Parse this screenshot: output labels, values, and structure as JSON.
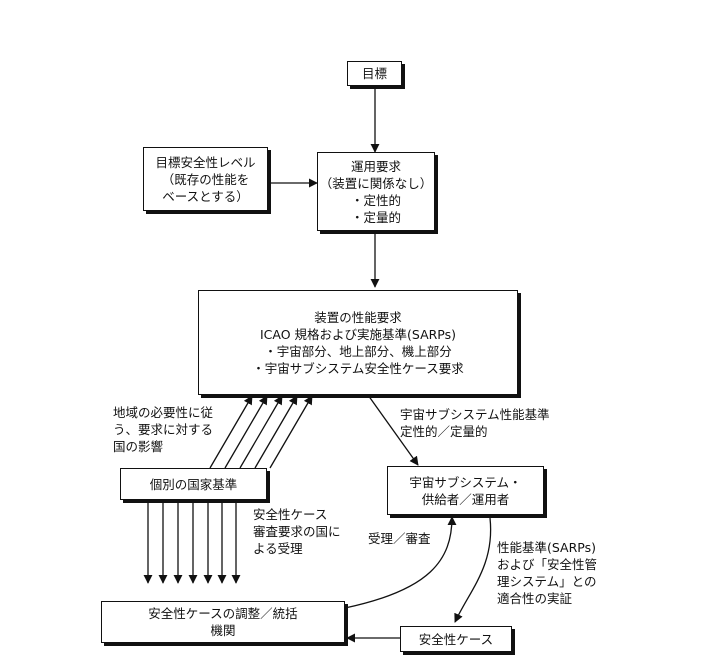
{
  "nodes": {
    "goal": [
      "目標"
    ],
    "target_safety": [
      "目標安全性レベル",
      "（既存の性能を",
      "ベースとする）"
    ],
    "ops_req": [
      "運用要求",
      "（装置に関係なし）",
      "・定性的",
      "・定量的"
    ],
    "equip_perf": [
      "装置の性能要求",
      "ICAO 規格および実施基準(SARPs)",
      "・宇宙部分、地上部分、機上部分",
      "・宇宙サブシステム安全性ケース要求"
    ],
    "national_std": [
      "個別の国家基準"
    ],
    "space_provider": [
      "宇宙サブシステム・",
      "供給者／運用者"
    ],
    "coordination": [
      "安全性ケースの調整／統括",
      "機関"
    ],
    "safety_case": [
      "安全性ケース"
    ]
  },
  "labels": {
    "regional": [
      "地域の必要性に従",
      "う、要求に対する",
      "国の影響"
    ],
    "space_perf_std": [
      "宇宙サブシステム性能基準",
      "定性的／定量的"
    ],
    "national_accept": [
      "安全性ケース",
      "審査要求の国に",
      "よる受理"
    ],
    "accept_review": [
      "受理／審査"
    ],
    "demonstration": [
      "性能基準(SARPs)",
      "および「安全性管",
      "理システム」との",
      "適合性の実証"
    ]
  }
}
